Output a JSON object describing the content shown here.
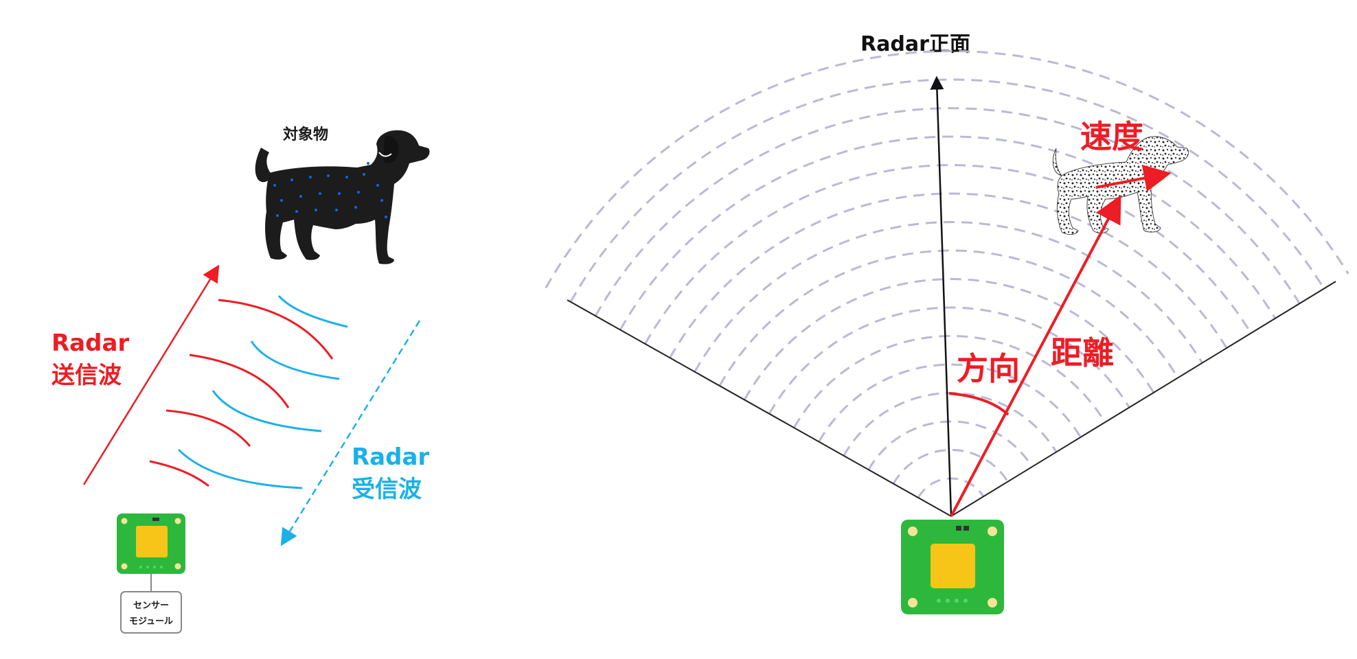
{
  "left_diagram": {
    "target_label": "対象物",
    "tx_label_line1": "Radar",
    "tx_label_line2": "送信波",
    "rx_label_line1": "Radar",
    "rx_label_line2": "受信波",
    "module_label_line1": "センサー",
    "module_label_line2": "モジュール"
  },
  "right_diagram": {
    "front_label": "Radar正面",
    "speed_label": "速度",
    "direction_label": "方向",
    "distance_label": "距離"
  },
  "colors": {
    "transmit": "#ee1c24",
    "receive": "#1ab0e8",
    "pcb_green": "#2db83d",
    "chip_yellow": "#f6c518",
    "arc_dashed": "#b9b9d6",
    "text_dark": "#1a1a1a"
  }
}
